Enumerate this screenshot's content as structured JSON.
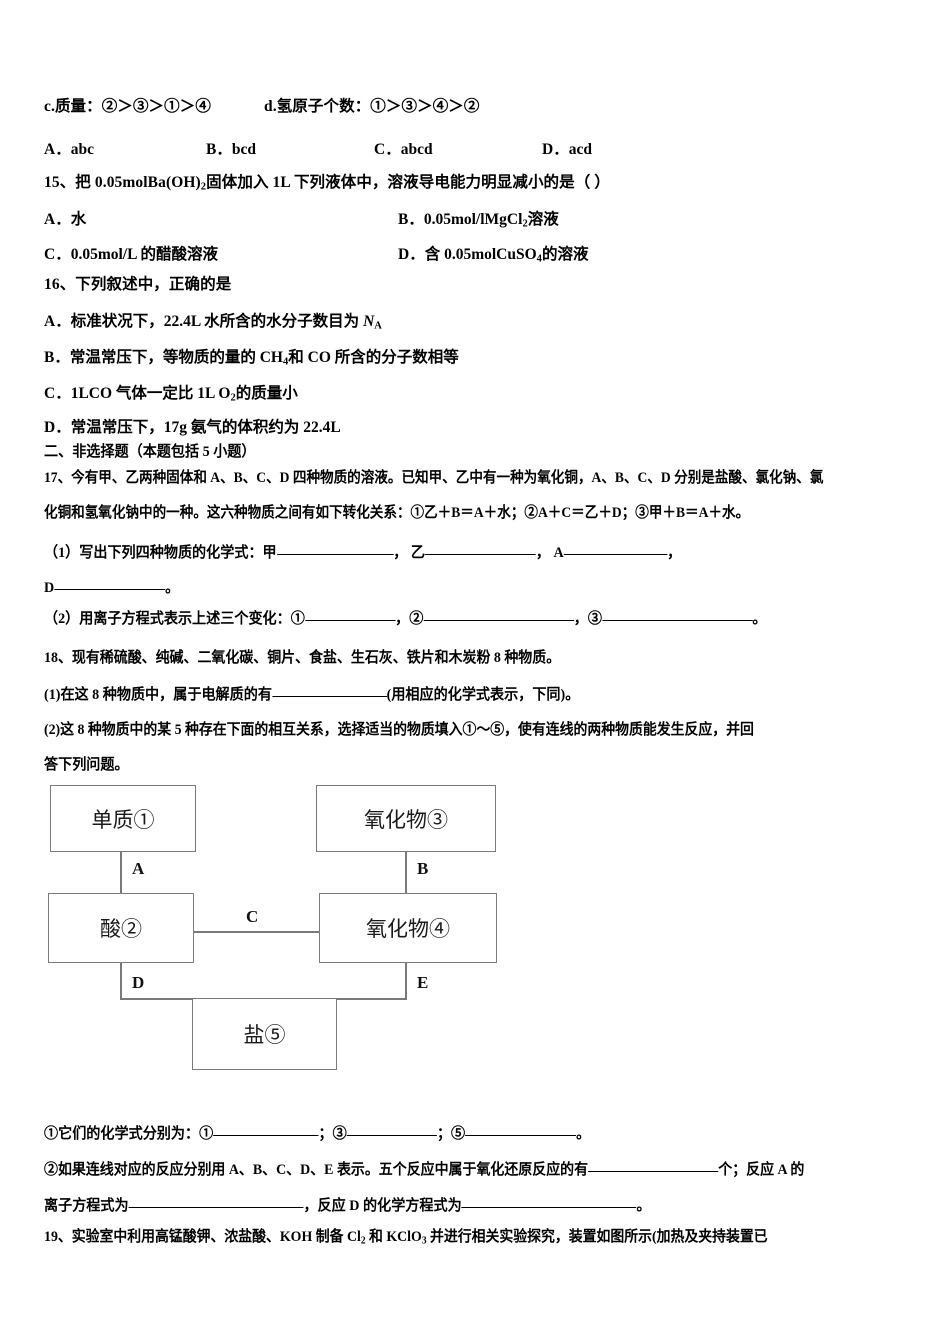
{
  "document": {
    "page_background": "#ffffff",
    "text_color": "#000000",
    "diagram_border_color": "#7a7a7a"
  },
  "q14_tail": {
    "c_item": "c.质量：②＞③＞①＞④",
    "d_item": "d.氢原子个数：①＞③＞④＞②",
    "options": [
      {
        "label": "A．",
        "text": "abc"
      },
      {
        "label": "B．",
        "text": "bcd"
      },
      {
        "label": "C．",
        "text": "abcd"
      },
      {
        "label": "D．",
        "text": "acd"
      }
    ]
  },
  "q15": {
    "stem": "15、把 0.05molBa(OH)₂ 固体加入 1L 下列液体中，溶液导电能力明显减小的是（ ）",
    "stem_prefix": "15、把 0.05molBa(OH)",
    "stem_sub": "2",
    "stem_mid": "固体加入 1L 下列液体中，溶液导电能力明显减小的是（ ）",
    "options": [
      {
        "label": "A．",
        "text": "水"
      },
      {
        "label": "B．",
        "pre": "0.05mol/lMgCl",
        "sub": "2",
        "post": "溶液"
      },
      {
        "label": "C．",
        "text": "0.05mol/L 的醋酸溶液"
      },
      {
        "label": "D．",
        "pre": "含 0.05molCuSO",
        "sub": "4",
        "post": "的溶液"
      }
    ]
  },
  "q16": {
    "stem": "16、下列叙述中，正确的是",
    "options": [
      {
        "label": "A．",
        "pre": "标准状况下，22.4L 水所含的水分子数目为 ",
        "ital": "N",
        "sub": "A",
        "post": ""
      },
      {
        "label": "B．",
        "pre": "常温常压下，等物质的量的 CH",
        "sub": "4",
        "post": "和 CO 所含的分子数相等"
      },
      {
        "label": "C．",
        "pre": "1LCO 气体一定比 1L O",
        "sub": "2",
        "post": "的质量小"
      },
      {
        "label": "D．",
        "pre": "常温常压下，17g 氨气的体积约为 22.4L",
        "sub": "",
        "post": ""
      }
    ]
  },
  "section2": {
    "heading": "二、非选择题（本题包括 5 小题）"
  },
  "q17": {
    "line1": "17、今有甲、乙两种固体和 A、B、C、D 四种物质的溶液。已知甲、乙中有一种为氧化铜，A、B、C、D 分别是盐酸、氯化钠、氯",
    "line2": "化铜和氢氧化钠中的一种。这六种物质之间有如下转化关系：①乙＋B＝A＋水；②A＋C＝乙＋D；③甲＋B＝A＋水。",
    "part1_pre": "（1）写出下列四种物质的化学式：甲",
    "part1_a": "，  乙",
    "part1_b": "，  A",
    "part1_c": "，",
    "part1_d_label": "D",
    "part1_end": "。",
    "part2_pre": "（2）用离子方程式表示上述三个变化：①",
    "part2_a": "，②",
    "part2_b": "，③",
    "part2_end": "。"
  },
  "q18": {
    "line1": "18、现有稀硫酸、纯碱、二氧化碳、铜片、食盐、生石灰、铁片和木炭粉 8 种物质。",
    "sub1_pre": "(1)在这 8 种物质中，属于电解质的有",
    "sub1_post": "(用相应的化学式表示，下同)。",
    "sub2_line1": "(2)这 8 种物质中的某 5 种存在下面的相互关系，选择适当的物质填入①～⑤，使有连线的两种物质能发生反应，并回",
    "sub2_line2": "答下列问题。"
  },
  "diagram": {
    "boxes": [
      {
        "id": "box1",
        "label": "单质①",
        "name": "diagram-box-element-1"
      },
      {
        "id": "box2",
        "label": "酸②",
        "name": "diagram-box-acid-2"
      },
      {
        "id": "box3",
        "label": "氧化物③",
        "name": "diagram-box-oxide-3"
      },
      {
        "id": "box4",
        "label": "氧化物④",
        "name": "diagram-box-oxide-4"
      },
      {
        "id": "box5",
        "label": "盐⑤",
        "name": "diagram-box-salt-5"
      }
    ],
    "connectors": [
      {
        "id": "A",
        "label": "A",
        "from": "box1",
        "to": "box2"
      },
      {
        "id": "B",
        "label": "B",
        "from": "box3",
        "to": "box4"
      },
      {
        "id": "C",
        "label": "C",
        "from": "box2",
        "to": "box4"
      },
      {
        "id": "D",
        "label": "D",
        "from": "box2",
        "to": "box5"
      },
      {
        "id": "E",
        "label": "E",
        "from": "box4",
        "to": "box5"
      }
    ]
  },
  "q18_after": {
    "l1_pre": "①它们的化学式分别为：①",
    "l1_a": "；③",
    "l1_b": "；⑤",
    "l1_end": "。",
    "l2_pre": "②如果连线对应的反应分别用 A、B、C、D、E 表示。五个反应中属于氧化还原反应的有",
    "l2_post": "个；反应 A 的",
    "l3_pre": "离子方程式为",
    "l3_mid": "，反应 D 的化学方程式为",
    "l3_end": "。"
  },
  "q19": {
    "line1_pre": "19、实验室中利用高锰酸钾、浓盐酸、KOH 制备 Cl",
    "line1_sub1": "2",
    "line1_mid": " 和 KClO",
    "line1_sub2": "3",
    "line1_post": " 并进行相关实验探究，装置如图所示(加热及夹持装置已"
  }
}
